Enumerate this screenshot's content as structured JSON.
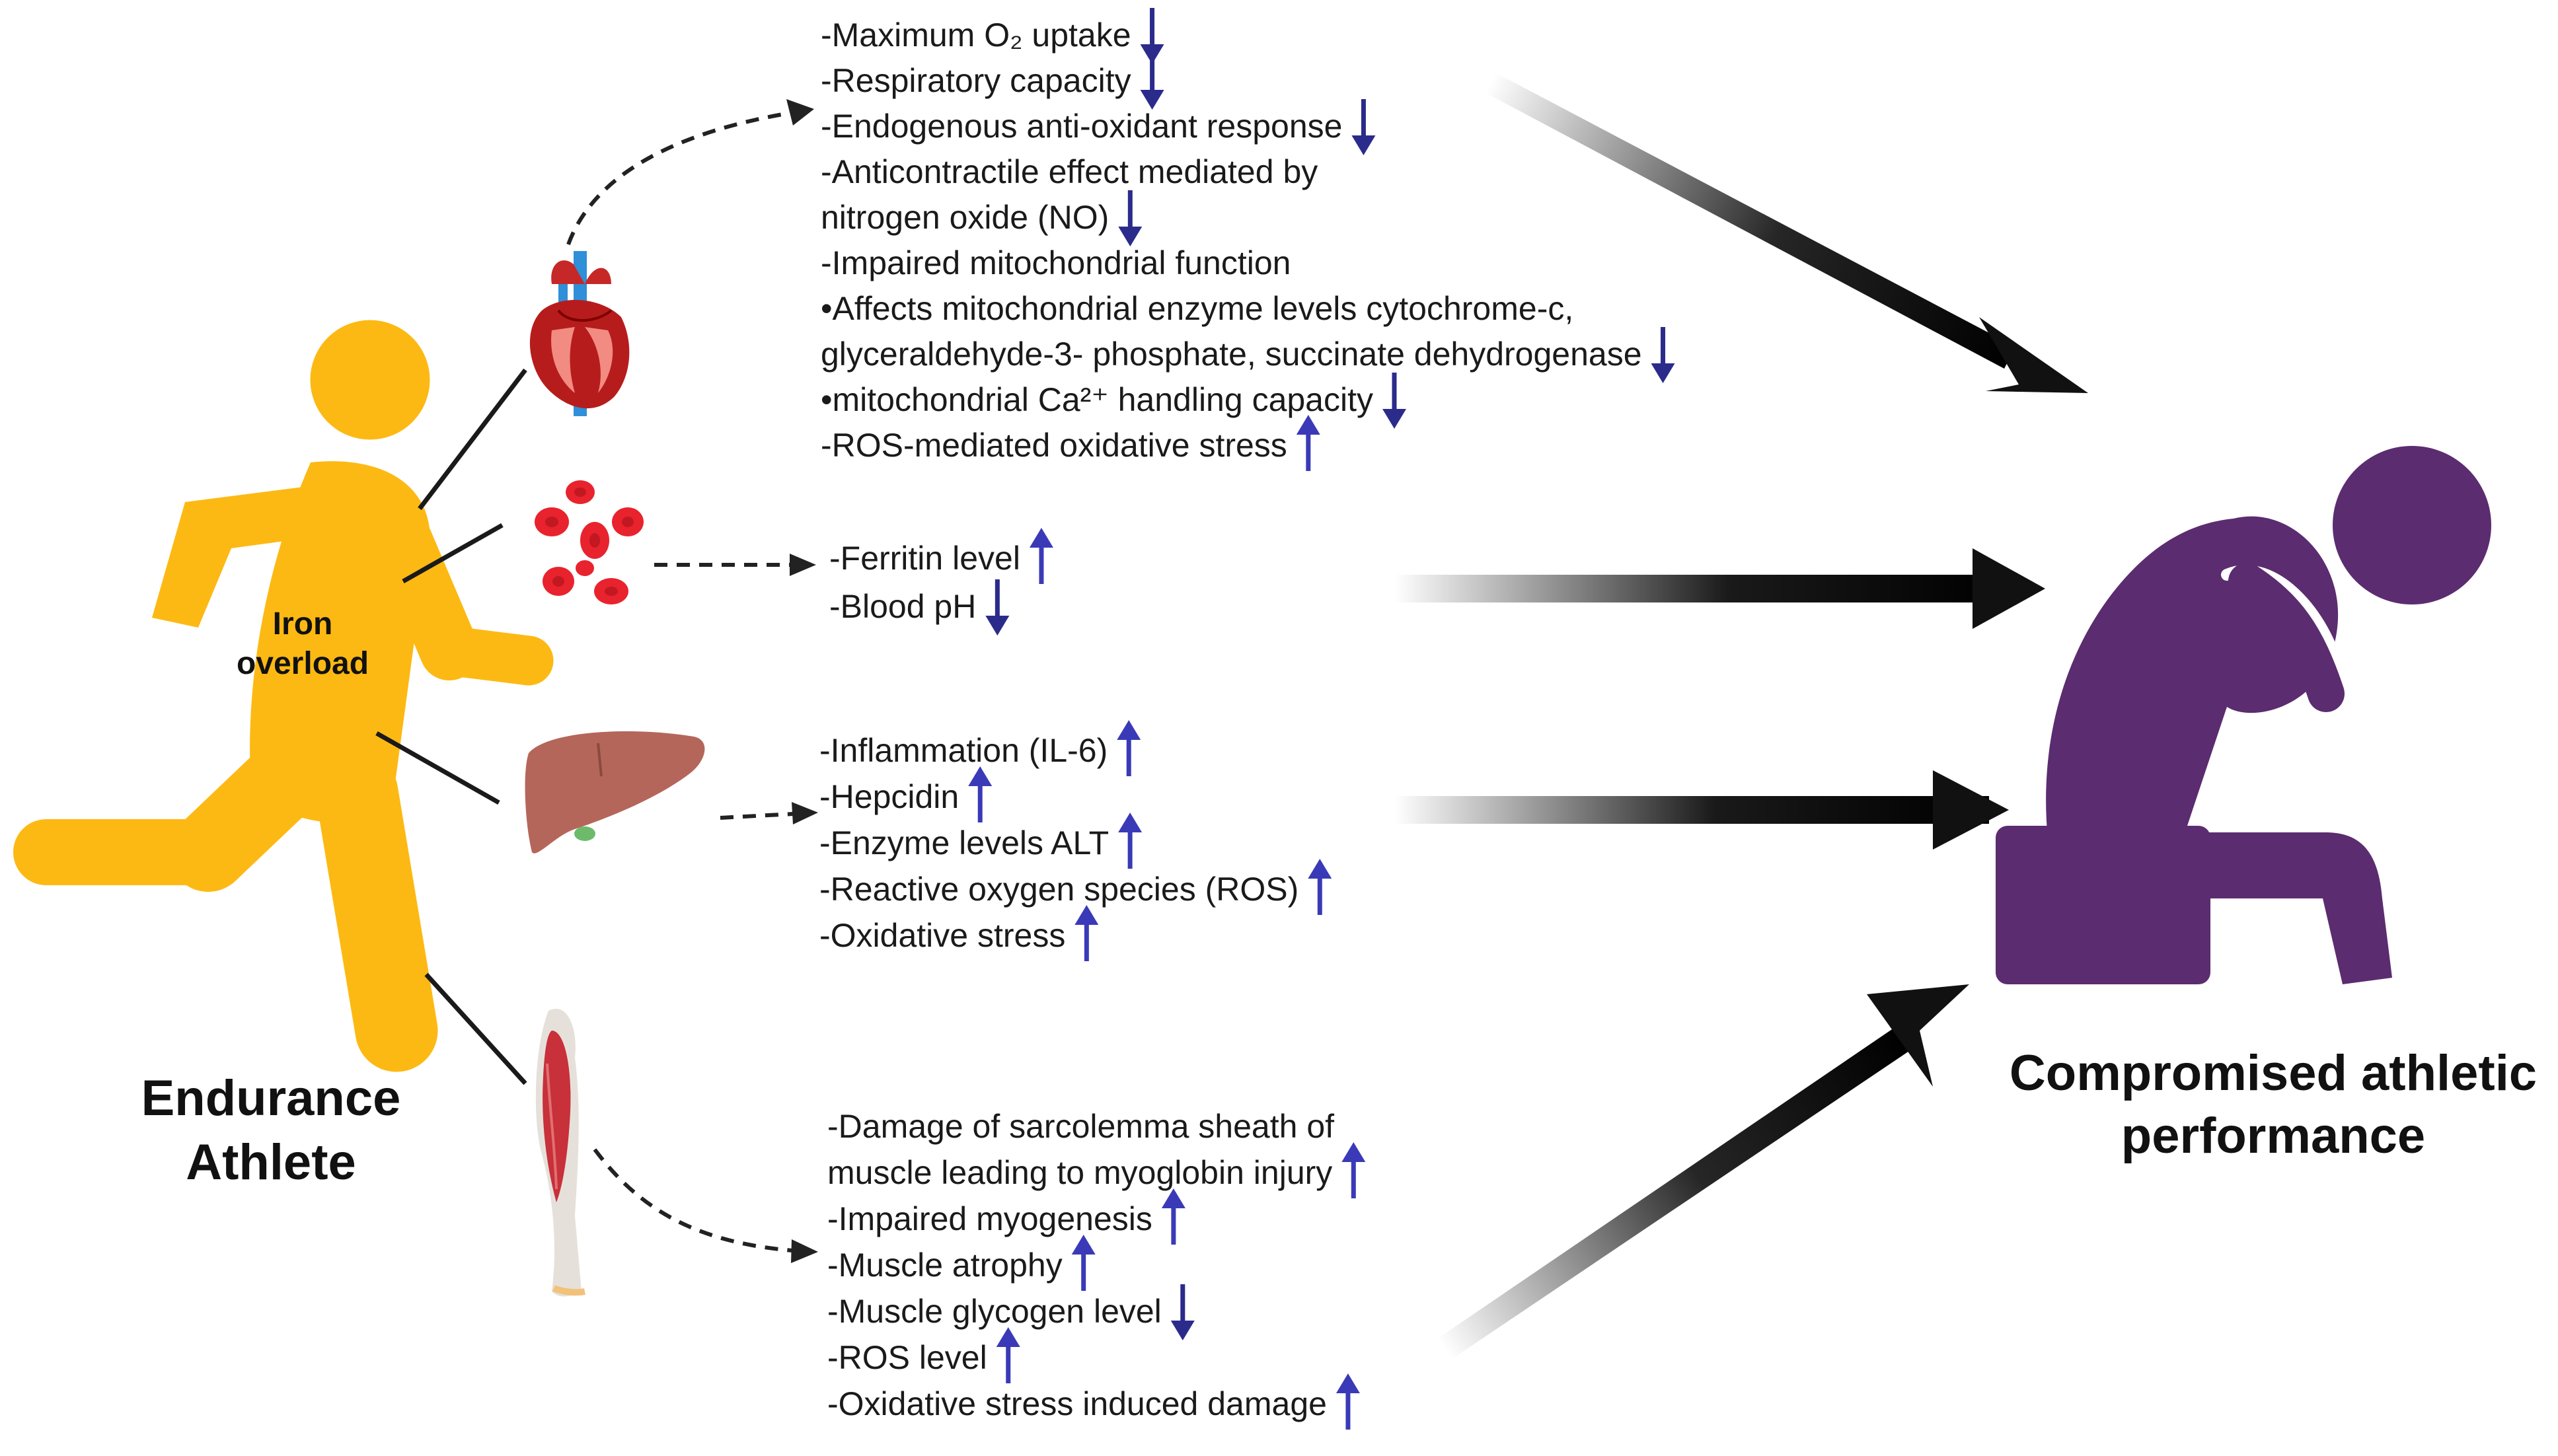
{
  "athlete": {
    "line1": "Endurance",
    "line2": "Athlete",
    "iron_line1": "Iron",
    "iron_line2": "overload"
  },
  "outcome": {
    "line1": "Compromised athletic",
    "line2": "performance"
  },
  "colors": {
    "athlete": "#FDB913",
    "person": "#5B2C6F",
    "arrow_down": "#2B2B8C",
    "arrow_up": "#3A3AB8",
    "blood": "#E8232E",
    "liver": "#B5665A"
  },
  "icons": {
    "heart": "heart-icon",
    "blood": "red-blood-cells-icon",
    "liver": "liver-icon",
    "muscle": "leg-muscle-icon",
    "runner": "runner-icon",
    "person": "distressed-person-icon"
  },
  "heart_effects": [
    {
      "text": "-Maximum O₂ uptake",
      "dir": "down"
    },
    {
      "text": "-Respiratory capacity",
      "dir": "down"
    },
    {
      "text": "-Endogenous anti-oxidant response",
      "dir": "down"
    },
    {
      "text": "-Anticontractile effect mediated by",
      "dir": ""
    },
    {
      "text": " nitrogen oxide (NO)",
      "dir": "down"
    },
    {
      "text": "-Impaired mitochondrial function",
      "dir": ""
    },
    {
      "text": " •Affects mitochondrial enzyme levels cytochrome-c,",
      "dir": ""
    },
    {
      "text": " glyceraldehyde-3- phosphate, succinate dehydrogenase",
      "dir": "down"
    },
    {
      "text": " •mitochondrial Ca²⁺ handling capacity",
      "dir": "down"
    },
    {
      "text": "-ROS-mediated oxidative stress",
      "dir": "up"
    }
  ],
  "blood_effects": [
    {
      "text": "-Ferritin level",
      "dir": "up"
    },
    {
      "text": "-Blood pH",
      "dir": "down"
    }
  ],
  "liver_effects": [
    {
      "text": "-Inflammation (IL-6)",
      "dir": "up"
    },
    {
      "text": "-Hepcidin",
      "dir": "up"
    },
    {
      "text": "-Enzyme levels ALT",
      "dir": "up"
    },
    {
      "text": "-Reactive oxygen species (ROS)",
      "dir": "up"
    },
    {
      "text": "-Oxidative stress",
      "dir": "up"
    }
  ],
  "muscle_effects": [
    {
      "text": "-Damage of sarcolemma sheath of",
      "dir": ""
    },
    {
      "text": " muscle leading to myoglobin injury",
      "dir": "up"
    },
    {
      "text": "-Impaired myogenesis",
      "dir": "up"
    },
    {
      "text": "-Muscle atrophy",
      "dir": "up"
    },
    {
      "text": "-Muscle glycogen level",
      "dir": "down"
    },
    {
      "text": "-ROS level",
      "dir": "up"
    },
    {
      "text": "-Oxidative stress induced damage",
      "dir": "up"
    }
  ]
}
